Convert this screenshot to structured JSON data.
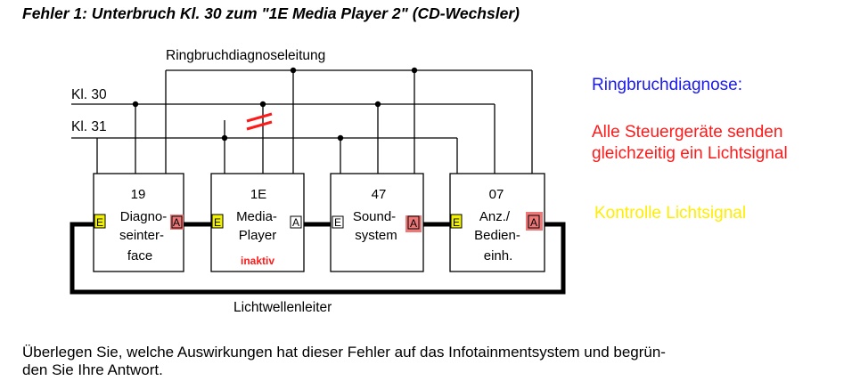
{
  "title": "Fehler 1: Unterbruch Kl. 30 zum \"1E Media Player 2\" (CD-Wechsler)",
  "diagram": {
    "top_label": "Ringbruchdiagnoseleitung",
    "kl30_label": "Kl. 30",
    "kl31_label": "Kl. 31",
    "bottom_label": "Lichtwellenleiter",
    "port_in": "E",
    "port_out": "A",
    "modules": [
      {
        "code": "19",
        "name_line1": "Diagno-",
        "name_line2": "seinter-",
        "name_line3": "face",
        "status": ""
      },
      {
        "code": "1E",
        "name_line1": "Media-",
        "name_line2": "Player",
        "name_line3": "",
        "status": "inaktiv"
      },
      {
        "code": "47",
        "name_line1": "Sound-",
        "name_line2": "system",
        "name_line3": "",
        "status": ""
      },
      {
        "code": "07",
        "name_line1": "Anz./",
        "name_line2": "Bedien-",
        "name_line3": "einh.",
        "status": ""
      }
    ]
  },
  "notes": {
    "heading": "Ringbruchdiagnose:",
    "red_line1": "Alle Steuergeräte senden",
    "red_line2": "gleichzeitig ein Lichtsignal",
    "yellow": "Kontrolle Lichtsignal"
  },
  "question": "Überlegen Sie, welche Auswirkungen hat dieser Fehler auf das Infotainmentsystem und begründen Sie Ihre Antwort.",
  "colors": {
    "heading": "#1a1af0",
    "red_text": "#ff1a1a",
    "yellow_text": "#ffee00",
    "port_in": "#f2f200",
    "port_out_red": "#ee7777",
    "break_mark": "#ff1a1a",
    "inactive_text": "#ff1a1a"
  }
}
